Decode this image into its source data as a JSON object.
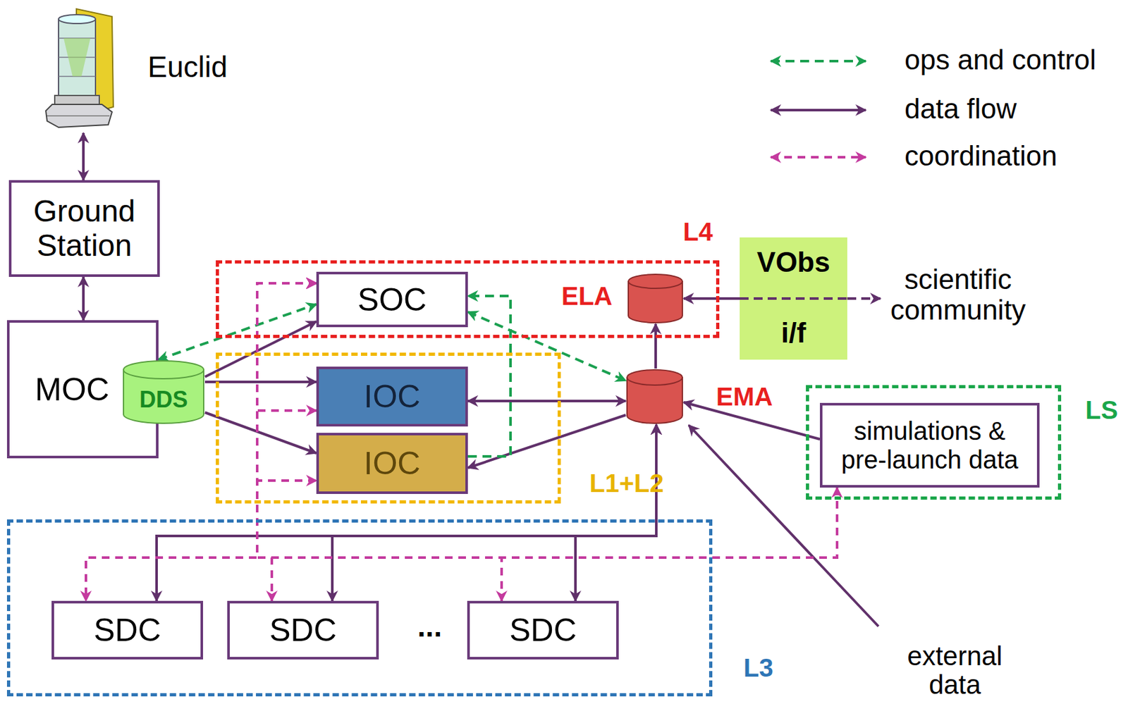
{
  "diagram": {
    "nodes": [
      {
        "text": [
          "Euclid"
        ]
      },
      {
        "text": [
          "Ground Station"
        ]
      },
      {
        "text": [
          "MOC"
        ]
      },
      {
        "text": [
          "DDS"
        ]
      },
      {
        "text": [
          "L4"
        ]
      },
      {
        "text": [
          "SOC"
        ],
        "in": 4
      },
      {
        "text": [
          "ELA"
        ],
        "in": 4
      },
      {
        "text": [
          "VObs",
          "i/f"
        ]
      },
      {
        "text": [
          "L1+L2"
        ]
      },
      {
        "text": [
          "IOC"
        ],
        "in": 8
      },
      {
        "text": [
          "IOC"
        ],
        "in": 8
      },
      {
        "text": [
          "EMA"
        ]
      },
      {
        "text": [
          "LS"
        ]
      },
      {
        "text": [
          "simulations & pre-launch data"
        ],
        "in": 12
      },
      {
        "text": [
          "L3"
        ]
      },
      {
        "text": [
          "SDC"
        ],
        "in": 14
      },
      {
        "text": [
          "SDC"
        ],
        "in": 14
      },
      {
        "text": [
          "SDC"
        ],
        "in": 14
      }
    ],
    "edges": [
      {
        "from": 0,
        "to": 1,
        "arrow": "both"
      },
      {
        "from": 1,
        "to": 2,
        "arrow": "both"
      },
      {
        "from": 3,
        "to": 5,
        "arrow": "to"
      },
      {
        "from": 3,
        "to": 9,
        "arrow": "to"
      },
      {
        "from": 3,
        "to": 10,
        "arrow": "to"
      },
      {
        "from": 9,
        "to": 11,
        "arrow": "both"
      },
      {
        "from": 11,
        "to": 10,
        "arrow": "to"
      },
      {
        "from": 11,
        "to": 6,
        "arrow": "to"
      },
      {
        "from": 7,
        "to": 6,
        "arrow": "to"
      },
      {
        "from": 13,
        "to": 11,
        "arrow": "to"
      },
      {
        "from": 15,
        "to": 11,
        "arrow": "both"
      },
      {
        "from": 16,
        "to": 11,
        "arrow": "both"
      },
      {
        "from": 17,
        "to": 11,
        "arrow": "both"
      },
      {
        "from": 3,
        "to": 5,
        "arrow": "both"
      },
      {
        "from": 5,
        "to": 11,
        "arrow": "both"
      },
      {
        "from": 10,
        "to": 5,
        "arrow": "to"
      },
      {
        "from": 5,
        "to": 9,
        "arrow": "both"
      },
      {
        "from": 5,
        "to": 10,
        "arrow": "both"
      },
      {
        "from": 5,
        "to": 15,
        "arrow": "both"
      },
      {
        "from": 5,
        "to": 16,
        "arrow": "both"
      },
      {
        "from": 5,
        "to": 17,
        "arrow": "both"
      },
      {
        "from": 5,
        "to": 13,
        "arrow": "both"
      }
    ],
    "labels": [
      "scientific community",
      "external data",
      "..."
    ],
    "legend": [
      {
        "text": "ops and control"
      },
      {
        "text": "data flow"
      },
      {
        "text": "coordination"
      }
    ]
  }
}
